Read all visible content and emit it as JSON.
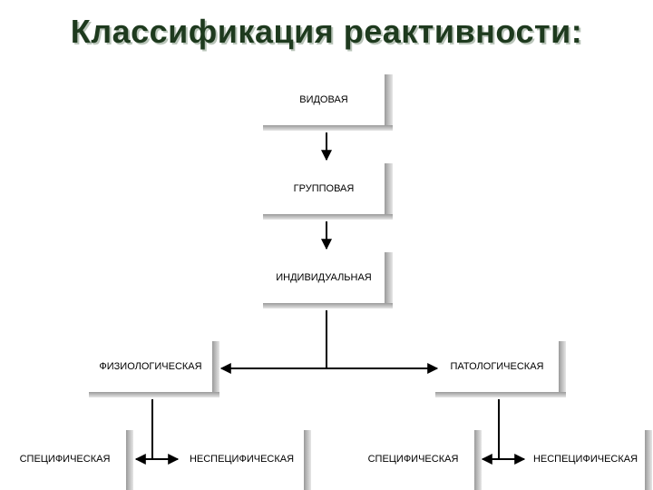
{
  "slide": {
    "title": "Классификация реактивности:"
  },
  "nodes": {
    "vidovaya": "ВИДОВАЯ",
    "gruppovaya": "ГРУППОВАЯ",
    "individualnaya": "ИНДИВИДУАЛЬНАЯ",
    "fiziologicheskaya": "ФИЗИОЛОГИЧЕСКАЯ",
    "patologicheskaya": "ПАТОЛОГИЧЕСКАЯ",
    "fiz_specificheskaya": "СПЕЦИФИЧЕСКАЯ",
    "fiz_nespecificheskaya": "НЕСПЕЦИФИЧЕСКАЯ",
    "pat_specificheskaya": "СПЕЦИФИЧЕСКАЯ",
    "pat_nespecificheskaya": "НЕСПЕЦИФИЧЕСКАЯ"
  },
  "colors": {
    "title": "#1e3a1e",
    "box_shadow": "#c8c8c8",
    "line": "#000000"
  }
}
